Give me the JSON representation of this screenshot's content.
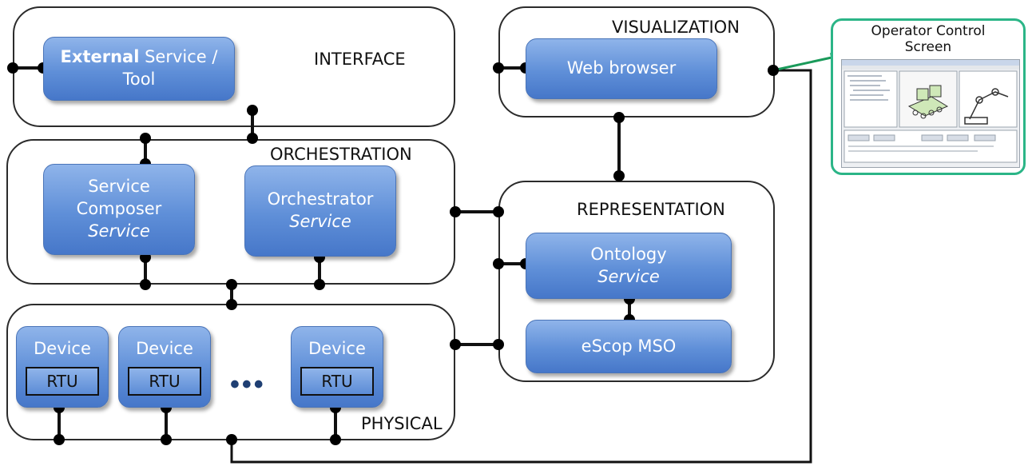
{
  "layers": {
    "interface": "INTERFACE",
    "visualization": "VISUALIZATION",
    "orchestration": "ORCHESTRATION",
    "representation": "REPRESENTATION",
    "physical": "PHYSICAL"
  },
  "boxes": {
    "external_bold": "External",
    "external_rest": " Service /",
    "external_line2": "Tool",
    "web_browser": "Web browser",
    "composer_line1": "Service",
    "composer_line2": "Composer",
    "composer_line3": "Service",
    "orchestrator_line1": "Orchestrator",
    "orchestrator_line2": "Service",
    "ontology_line1": "Ontology",
    "ontology_line2": "Service",
    "mso": "eScop MSO",
    "device_label": "Device",
    "rtu_label": "RTU",
    "ellipsis": "•••"
  },
  "operator_panel": {
    "title_line1": "Operator Control",
    "title_line2": "Screen"
  },
  "colors": {
    "box_fill": "#5f8fd8",
    "panel_border": "#2bb587",
    "wire": "#111111",
    "arrow": "#1a9a5a"
  }
}
